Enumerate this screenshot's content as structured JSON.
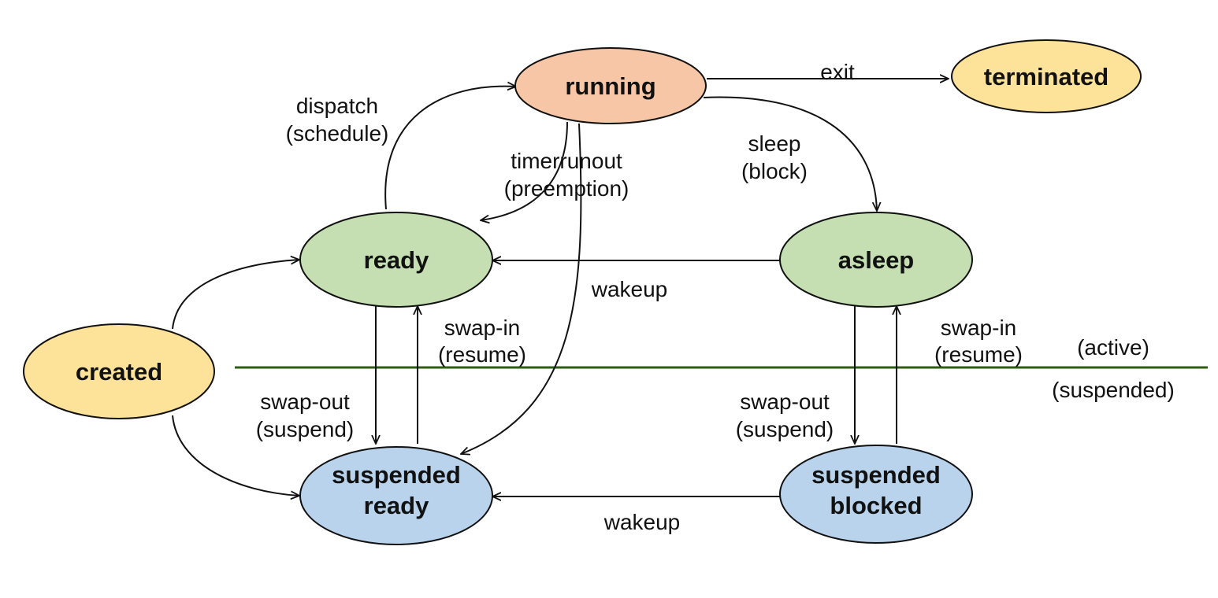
{
  "colors": {
    "running": "#f7c6a7",
    "terminated": "#fde39a",
    "created": "#fde39a",
    "ready": "#c5dfb3",
    "asleep": "#c5dfb3",
    "suspended_ready": "#b9d3ec",
    "suspended_blocked": "#b9d3ec",
    "divider": "#2e5e12",
    "divider_glow": "#b8ec86"
  },
  "states": {
    "running": "running",
    "terminated": "terminated",
    "ready": "ready",
    "asleep": "asleep",
    "created": "created",
    "suspended_ready": [
      "suspended",
      "ready"
    ],
    "suspended_blocked": [
      "suspended",
      "blocked"
    ]
  },
  "transitions": {
    "exit": "exit",
    "dispatch": [
      "dispatch",
      "(schedule)"
    ],
    "timerrunout": [
      "timerrunout",
      "(preemption)"
    ],
    "sleep": [
      "sleep",
      "(block)"
    ],
    "wakeup_active": "wakeup",
    "swap_in_left": [
      "swap-in",
      "(resume)"
    ],
    "swap_in_right": [
      "swap-in",
      "(resume)"
    ],
    "swap_out_left": [
      "swap-out",
      "(suspend)"
    ],
    "swap_out_right": [
      "swap-out",
      "(suspend)"
    ],
    "wakeup_suspended": "wakeup"
  },
  "regions": {
    "active": "(active)",
    "suspended": "(suspended)"
  }
}
